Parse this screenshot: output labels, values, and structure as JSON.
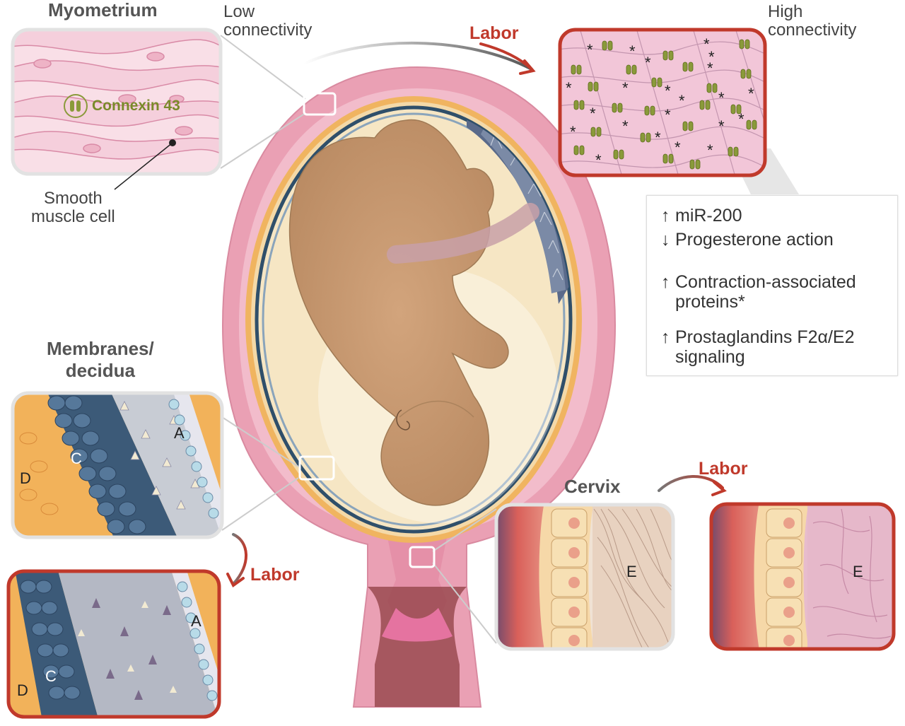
{
  "headings": {
    "myometrium": "Myometrium",
    "membranes": "Membranes/\ndecidua",
    "cervix": "Cervix"
  },
  "connectivity": {
    "low": "Low\nconnectivity",
    "high": "High\nconnectivity"
  },
  "labor_label": "Labor",
  "myometrium_panel": {
    "connexin_label": "Connexin 43",
    "smooth_muscle_label": "Smooth\nmuscle cell"
  },
  "effects": [
    {
      "arrow": "↑",
      "text": "miR-200"
    },
    {
      "arrow": "↓",
      "text": "Progesterone action"
    },
    {
      "arrow": "↑",
      "text": "Contraction-associated\nproteins*"
    },
    {
      "arrow": "↑",
      "text": "Prostaglandins F2α/E2\nsignaling"
    }
  ],
  "layer_letters": {
    "amnion": "A",
    "chorion": "C",
    "decidua": "D",
    "epithelium": "E"
  },
  "colors": {
    "labor_red": "#c0392b",
    "uterus_pink": "#eaa0b4",
    "myometrium_pink": "#f3c6d6",
    "chorion_blue": "#3c5a78",
    "decidua_orange": "#f2b25a",
    "connexin_green": "#8a9a3a",
    "fetus_tan": "#c89a70"
  },
  "icons": [
    "arrow-curved-icon",
    "gap-junction-icon",
    "asterisk-icon"
  ]
}
